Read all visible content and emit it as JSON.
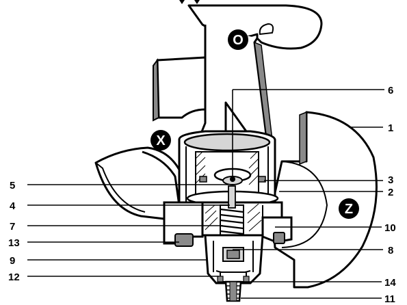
{
  "diagram": {
    "zones": {
      "o": "O",
      "x": "X",
      "z": "Z"
    },
    "callouts": {
      "c1": "1",
      "c2": "2",
      "c3": "3",
      "c4": "4",
      "c5": "5",
      "c6": "6",
      "c7": "7",
      "c8": "8",
      "c9": "9",
      "c10": "10",
      "c11": "11",
      "c12": "12",
      "c13": "13",
      "c14": "14"
    },
    "colors": {
      "ink": "#000000",
      "fill": "#ffffff",
      "shadow": "#8a8a8a",
      "lightshade": "#d6d6d6"
    }
  }
}
